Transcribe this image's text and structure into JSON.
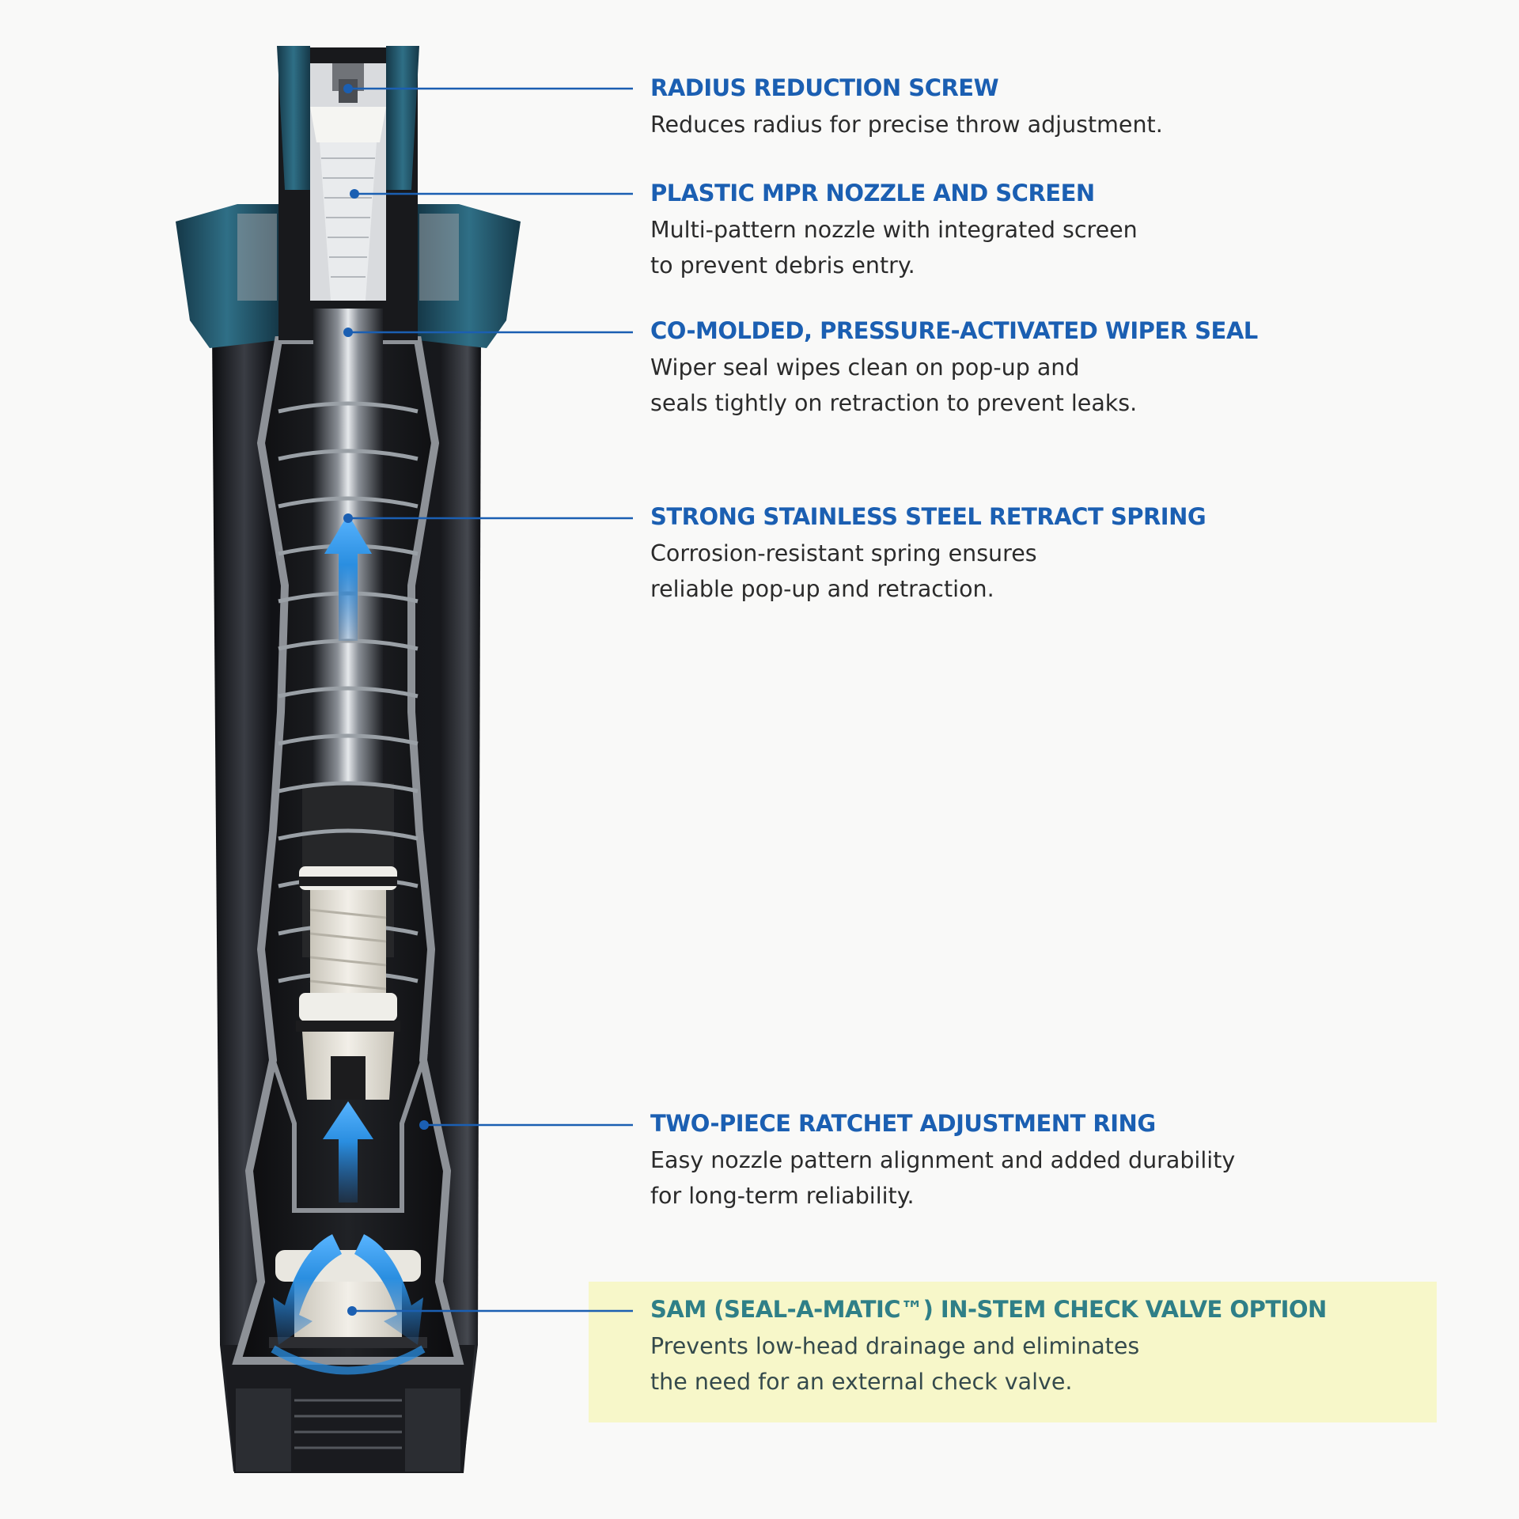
{
  "colors": {
    "accent_blue": "#1b5fb2",
    "highlight_yellow": "#f7f7c9",
    "teal_text": "#2f7f87",
    "body_text": "#2b2b2b",
    "cap_teal": "#23586b",
    "flow_blue": "#2a8ee0"
  },
  "callouts": [
    {
      "title": "RADIUS REDUCTION SCREW",
      "lines": [
        "Reduces radius for precise throw adjustment."
      ]
    },
    {
      "title": "PLASTIC MPR NOZZLE AND SCREEN",
      "lines": [
        "Multi-pattern nozzle with integrated screen",
        "to prevent debris entry."
      ]
    },
    {
      "title": "CO-MOLDED, PRESSURE-ACTIVATED WIPER SEAL",
      "lines": [
        "Wiper seal wipes clean on pop-up and",
        "seals tightly on retraction to prevent leaks."
      ]
    },
    {
      "title": "STRONG STAINLESS STEEL RETRACT SPRING",
      "lines": [
        "Corrosion-resistant spring ensures",
        "reliable pop-up and retraction."
      ]
    },
    {
      "title": "TWO-PIECE RATCHET ADJUSTMENT RING",
      "lines": [
        "Easy nozzle pattern alignment and added durability",
        "for long-term reliability."
      ]
    },
    {
      "title": "SAM (SEAL-A-MATIC™) IN-STEM CHECK VALVE OPTION",
      "lines": [
        "Prevents low-head drainage and eliminates",
        "the need for an external check valve."
      ],
      "highlighted": true
    }
  ]
}
